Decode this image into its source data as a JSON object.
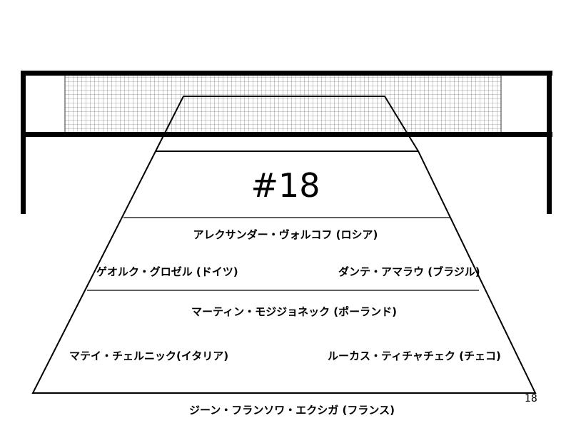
{
  "court": {
    "number": "#18",
    "rows": [
      {
        "players": [
          {
            "name": "アレクサンダー・ヴォルコフ (ロシア)"
          }
        ]
      },
      {
        "players": [
          {
            "name": "ゲオルク・グロゼル (ドイツ)"
          },
          {
            "name": "ダンテ・アマラウ (ブラジル)"
          }
        ]
      },
      {
        "players": [
          {
            "name": "マーティン・モジジョネック (ポーランド)"
          }
        ]
      },
      {
        "players": [
          {
            "name": "マテイ・チェルニック(イタリア)"
          },
          {
            "name": "ルーカス・ティチャチェク (チェコ)"
          }
        ]
      },
      {
        "players": [
          {
            "name": "ジーン・フランソワ・エクシガ (フランス)"
          }
        ]
      }
    ]
  },
  "page_number": "18"
}
